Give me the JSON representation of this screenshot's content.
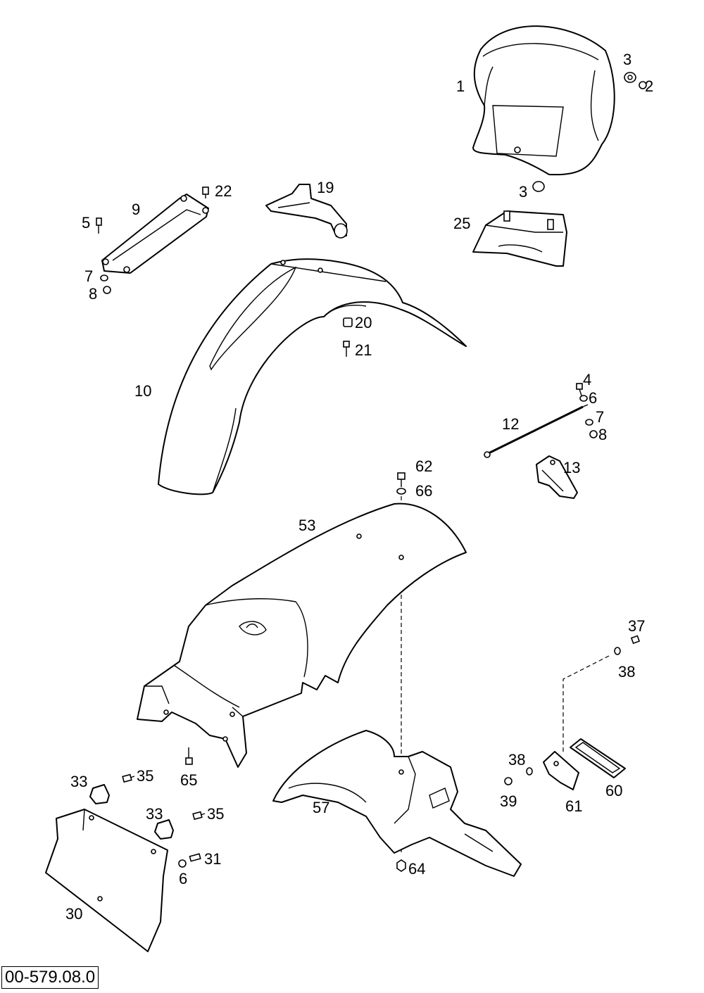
{
  "drawing_number": "00-579.08.0",
  "callouts": [
    {
      "key": "1",
      "text": "1"
    },
    {
      "key": "3a",
      "text": "3"
    },
    {
      "key": "2",
      "text": "2"
    },
    {
      "key": "3b",
      "text": "3"
    },
    {
      "key": "25",
      "text": "25"
    },
    {
      "key": "19",
      "text": "19"
    },
    {
      "key": "22",
      "text": "22"
    },
    {
      "key": "9",
      "text": "9"
    },
    {
      "key": "5a",
      "text": "5"
    },
    {
      "key": "7a",
      "text": "7"
    },
    {
      "key": "8a",
      "text": "8"
    },
    {
      "key": "20",
      "text": "20"
    },
    {
      "key": "21",
      "text": "21"
    },
    {
      "key": "10",
      "text": "10"
    },
    {
      "key": "4",
      "text": "4"
    },
    {
      "key": "6a",
      "text": "6"
    },
    {
      "key": "7b",
      "text": "7"
    },
    {
      "key": "8b",
      "text": "8"
    },
    {
      "key": "12",
      "text": "12"
    },
    {
      "key": "13",
      "text": "13"
    },
    {
      "key": "62",
      "text": "62"
    },
    {
      "key": "66",
      "text": "66"
    },
    {
      "key": "53",
      "text": "53"
    },
    {
      "key": "37",
      "text": "37"
    },
    {
      "key": "38a",
      "text": "38"
    },
    {
      "key": "38b",
      "text": "38"
    },
    {
      "key": "60",
      "text": "60"
    },
    {
      "key": "39",
      "text": "39"
    },
    {
      "key": "61",
      "text": "61"
    },
    {
      "key": "65",
      "text": "65"
    },
    {
      "key": "57",
      "text": "57"
    },
    {
      "key": "64",
      "text": "64"
    },
    {
      "key": "33a",
      "text": "33"
    },
    {
      "key": "35a",
      "text": "35"
    },
    {
      "key": "33b",
      "text": "33"
    },
    {
      "key": "35b",
      "text": "35"
    },
    {
      "key": "31",
      "text": "31"
    },
    {
      "key": "6b",
      "text": "6"
    },
    {
      "key": "30",
      "text": "30"
    }
  ]
}
